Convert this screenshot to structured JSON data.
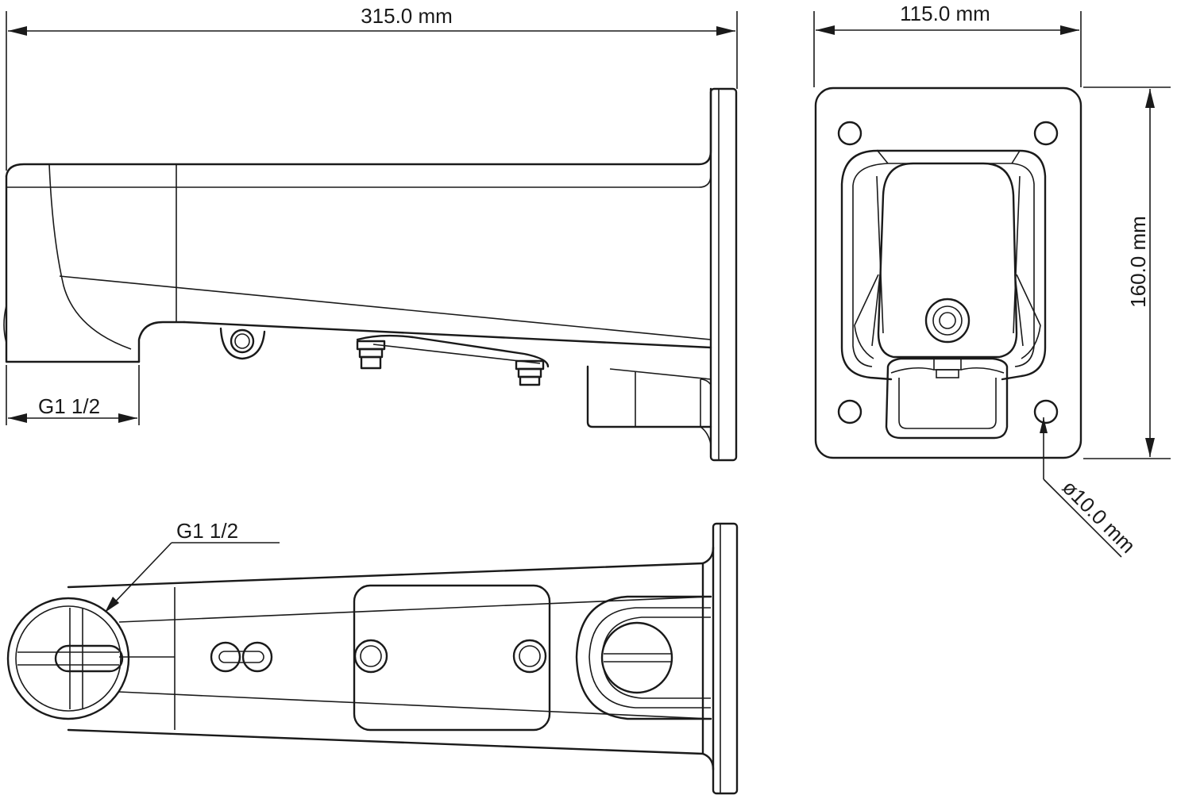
{
  "dimensions": {
    "overall_length": "315.0 mm",
    "plate_width": "115.0 mm",
    "plate_height": "160.0 mm",
    "hole_diameter": "ø10.0 mm",
    "thread_side": "G1 1/2",
    "thread_top": "G1 1/2"
  }
}
